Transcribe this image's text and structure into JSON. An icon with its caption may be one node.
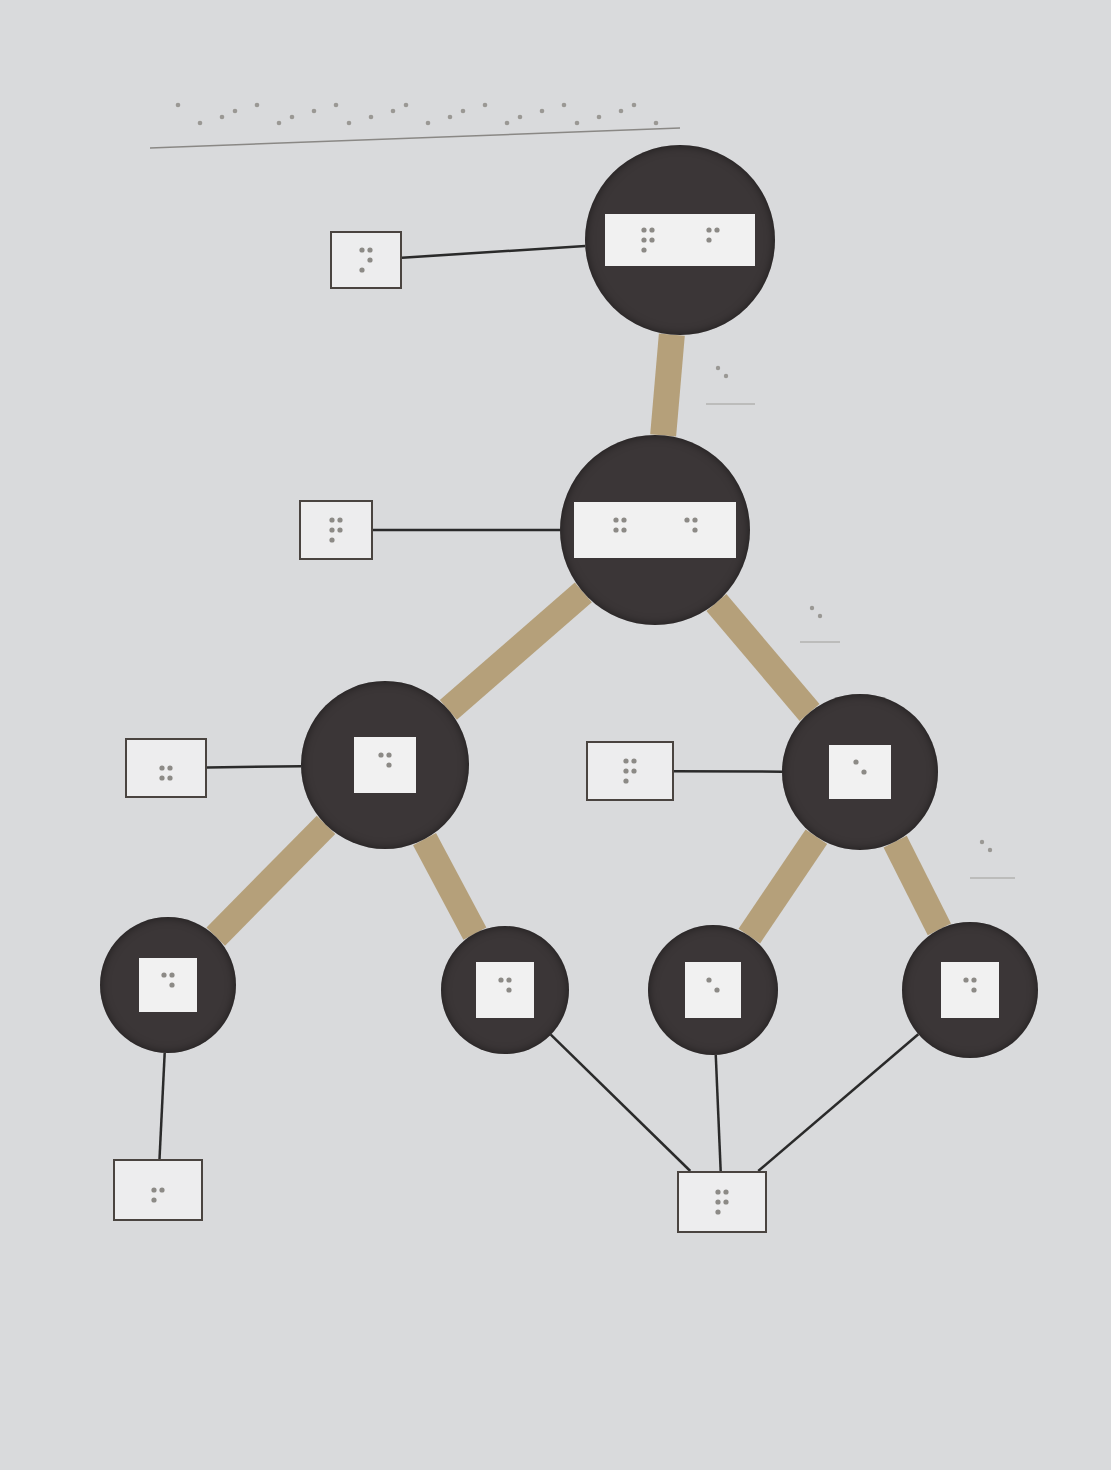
{
  "diagram": {
    "nodes": [
      {
        "text": [],
        "shape": "circle"
      },
      {
        "text": [],
        "shape": "box"
      },
      {
        "text": [],
        "shape": "circle"
      },
      {
        "text": [],
        "shape": "box"
      },
      {
        "text": [],
        "shape": "circle"
      },
      {
        "text": [],
        "shape": "box"
      },
      {
        "text": [],
        "shape": "circle"
      },
      {
        "text": [],
        "shape": "box"
      },
      {
        "text": [],
        "shape": "circle"
      },
      {
        "text": [],
        "shape": "circle"
      },
      {
        "text": [],
        "shape": "circle"
      },
      {
        "text": [],
        "shape": "circle"
      },
      {
        "text": [],
        "shape": "box"
      },
      {
        "text": [],
        "shape": "box"
      }
    ],
    "edges": [
      {
        "from": 1,
        "to": 0,
        "arrow": "none"
      },
      {
        "from": 0,
        "to": 2,
        "arrow": "none",
        "style": "thick",
        "color": "#b5a07a"
      },
      {
        "from": 3,
        "to": 2,
        "arrow": "none"
      },
      {
        "from": 2,
        "to": 4,
        "arrow": "none",
        "style": "thick",
        "color": "#b5a07a"
      },
      {
        "from": 2,
        "to": 6,
        "arrow": "none",
        "style": "thick",
        "color": "#b5a07a"
      },
      {
        "from": 5,
        "to": 4,
        "arrow": "none"
      },
      {
        "from": 7,
        "to": 6,
        "arrow": "none"
      },
      {
        "from": 4,
        "to": 8,
        "arrow": "none",
        "style": "thick",
        "color": "#b5a07a"
      },
      {
        "from": 4,
        "to": 9,
        "arrow": "none",
        "style": "thick",
        "color": "#b5a07a"
      },
      {
        "from": 6,
        "to": 10,
        "arrow": "none",
        "style": "thick",
        "color": "#b5a07a"
      },
      {
        "from": 6,
        "to": 11,
        "arrow": "none",
        "style": "thick",
        "color": "#b5a07a"
      },
      {
        "from": 8,
        "to": 12,
        "arrow": "none"
      },
      {
        "from": 9,
        "to": 13,
        "arrow": "none"
      },
      {
        "from": 10,
        "to": 13,
        "arrow": "none"
      },
      {
        "from": 11,
        "to": 13,
        "arrow": "none"
      }
    ]
  }
}
